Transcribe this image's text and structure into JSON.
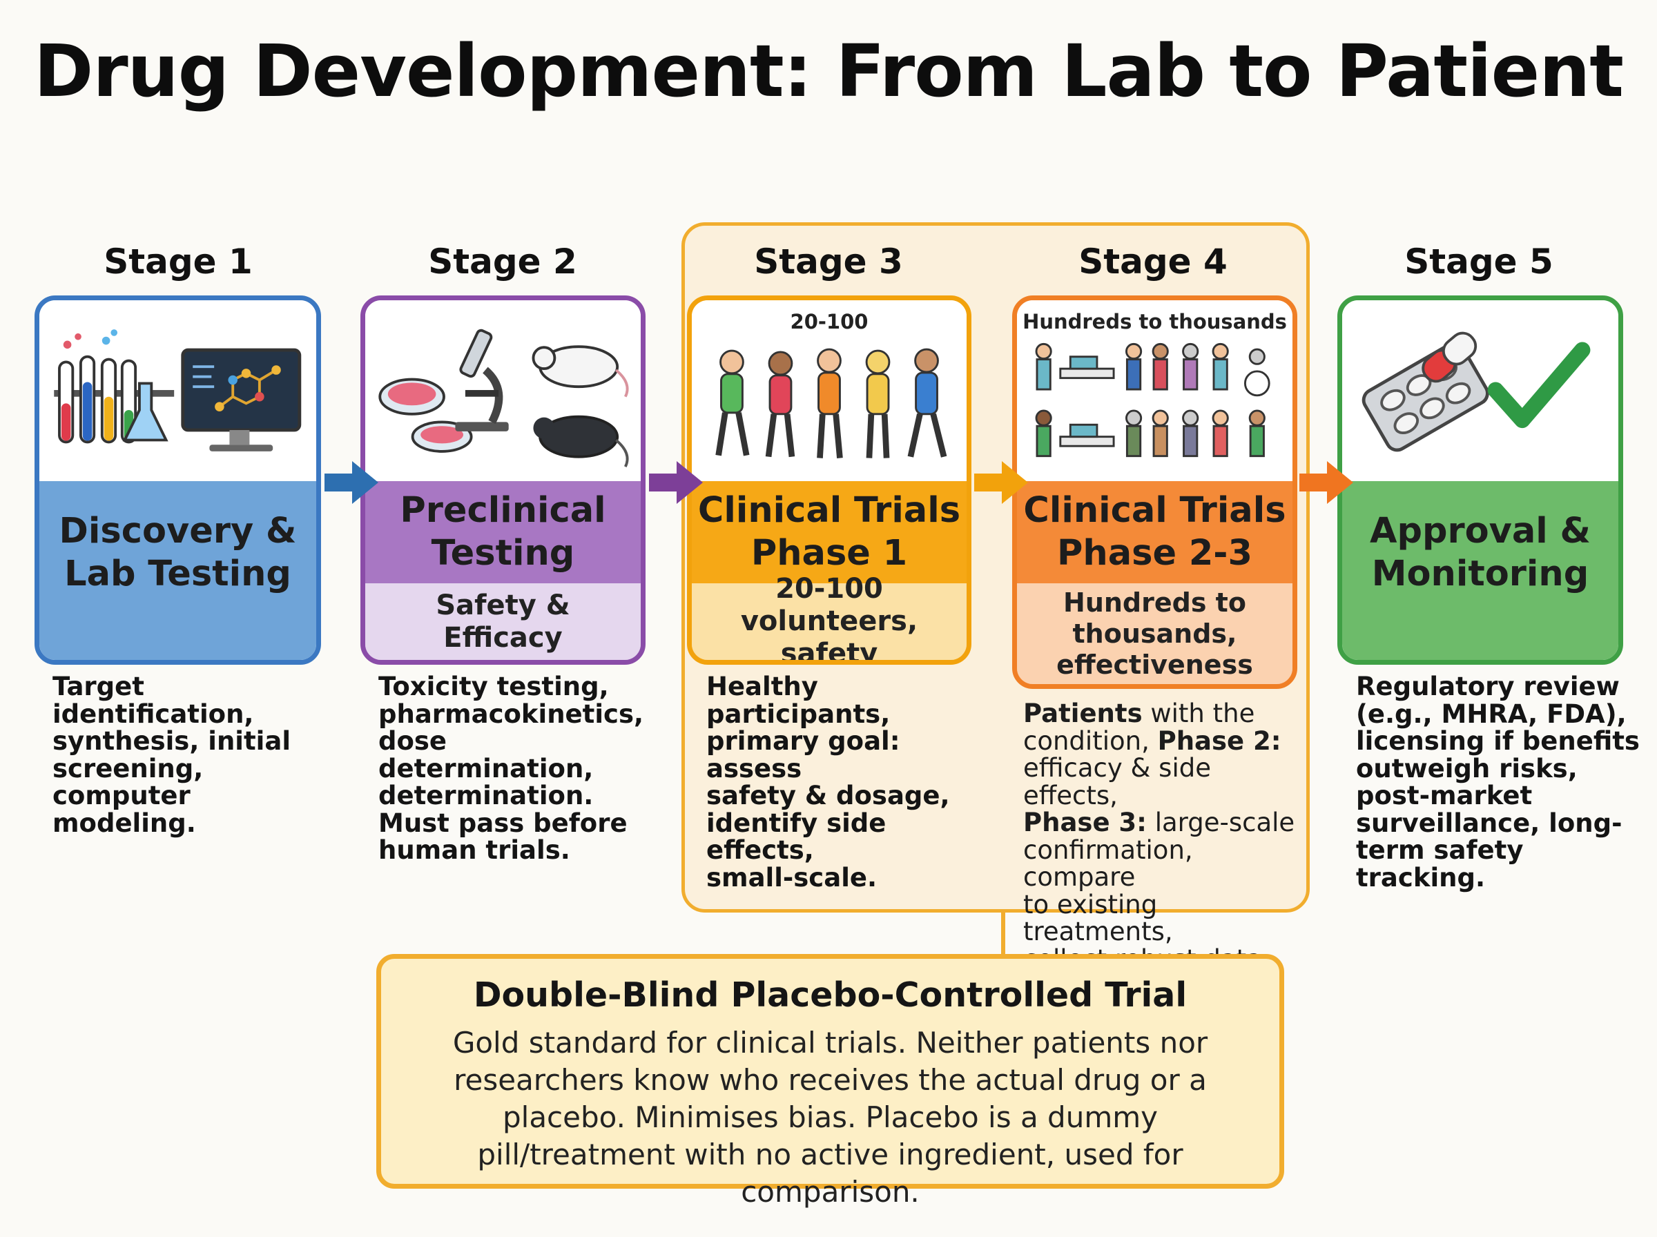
{
  "title": "Drug Development: From Lab to Patient",
  "stages": [
    {
      "stage_label": "Stage 1",
      "heading_line1": "Discovery &",
      "heading_line2": "Lab Testing",
      "subheading_line1": "",
      "subheading_line2": "",
      "image_label": "",
      "description": "Target identification,\nsynthesis, initial\nscreening,\ncomputer modeling.",
      "color": "#3b78c2"
    },
    {
      "stage_label": "Stage 2",
      "heading_line1": "Preclinical",
      "heading_line2": "Testing",
      "subheading_line1": "Safety &",
      "subheading_line2": "Efficacy",
      "image_label": "",
      "description": "Toxicity testing,\npharmacokinetics,\ndose determination,\ndetermination.\nMust pass before\nhuman trials.",
      "color": "#8a4ca8"
    },
    {
      "stage_label": "Stage 3",
      "heading_line1": "Clinical Trials",
      "heading_line2": "Phase 1",
      "subheading_line1": "20-100",
      "subheading_line2": "volunteers, safety",
      "image_label": "20-100",
      "description": "Healthy\nparticipants,\nprimary goal: assess\nsafety & dosage,\nidentify side effects,\nsmall-scale.",
      "color": "#f2a20c"
    },
    {
      "stage_label": "Stage 4",
      "heading_line1": "Clinical Trials",
      "heading_line2": "Phase 2-3",
      "subheading_line1": "Hundreds to",
      "subheading_line2": "thousands,",
      "subheading_line3": "effectiveness",
      "image_label": "Hundreds to thousands",
      "description_parts": {
        "p1_bold": "Patients",
        "p1": " with the\ncondition, ",
        "p2_bold": "Phase 2:",
        "p2": "\nefficacy & side effects,\n",
        "p3_bold": "Phase 3:",
        "p3": " large-scale\nconfirmation, compare\nto existing treatments,\ncollect robust data."
      },
      "color": "#f07f25"
    },
    {
      "stage_label": "Stage 5",
      "heading_line1": "Approval &",
      "heading_line2": "Monitoring",
      "image_label": "",
      "description": "Regulatory review\n(e.g., MHRA, FDA),\nlicensing if benefits\noutweigh risks,\npost-market\nsurveillance, long-\nterm safety tracking.",
      "color": "#3fa045"
    }
  ],
  "bottom_box": {
    "title": "Double-Blind Placebo-Controlled Trial",
    "body": "Gold standard for clinical trials. Neither patients nor researchers know who receives the actual drug or a placebo. Minimises bias. Placebo is a dummy pill/treatment with no active ingredient, used for comparison."
  },
  "icons": [
    "test-tubes-icon",
    "computer-molecule-icon",
    "microscope-icon",
    "petri-dish-icon",
    "rat-icon",
    "people-walking-icon",
    "patients-icon",
    "pill-pack-icon",
    "checkmark-icon"
  ]
}
